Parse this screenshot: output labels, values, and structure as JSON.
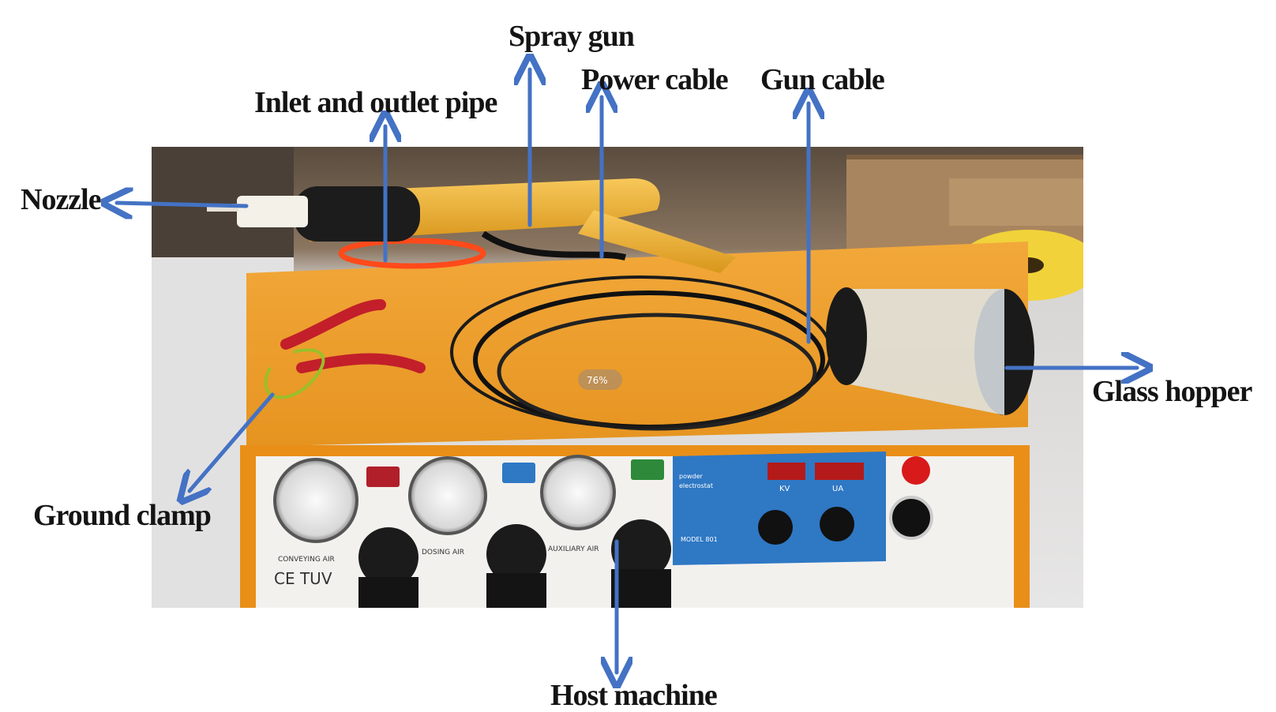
{
  "labels": {
    "spray_gun": "Spray gun",
    "power_cable": "Power cable",
    "gun_cable": "Gun cable",
    "inlet_outlet_pipe": "Inlet and outlet pipe",
    "nozzle": "Nozzle",
    "glass_hopper": "Glass hopper",
    "ground_clamp": "Ground clamp",
    "host_machine": "Host machine"
  },
  "machine_panel": {
    "gauges": [
      "CONVEYING AIR",
      "DOSING AIR",
      "AUXILIARY AIR"
    ],
    "displays": [
      "KV",
      "UA"
    ],
    "panel_small_text": [
      "powder",
      "electrostat",
      "MODEL 801"
    ],
    "marks": "CE  TUV",
    "zoom_badge": "76%"
  },
  "colors": {
    "arrow": "#4472C4",
    "machine_orange": "#F0A12A",
    "gun_yellow": "#F2B632",
    "panel_blue": "#2F78C4"
  }
}
